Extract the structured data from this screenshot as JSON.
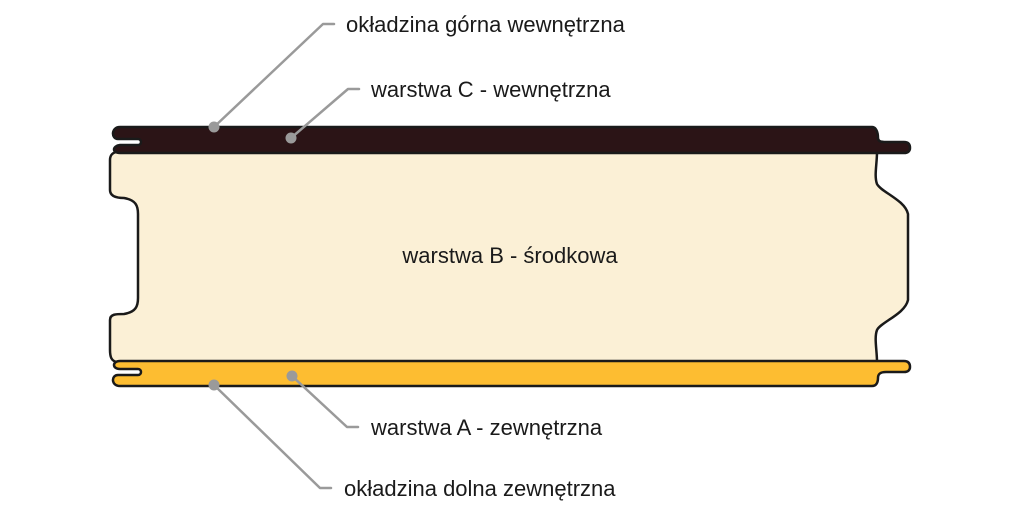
{
  "colors": {
    "top_cladding": "#2b1416",
    "core": "#fbf0d6",
    "bottom_cladding": "#fdbd31",
    "outline": "#1a1a1a",
    "leader": "#9a9a9a",
    "text": "#1a1a1a"
  },
  "labels": {
    "top_cladding": "okładzina górna wewnętrzna",
    "layer_c": "warstwa C - wewnętrzna",
    "layer_b": "warstwa B - środkowa",
    "layer_a": "warstwa A - zewnętrzna",
    "bottom_cladding": "okładzina dolna zewnętrzna"
  }
}
